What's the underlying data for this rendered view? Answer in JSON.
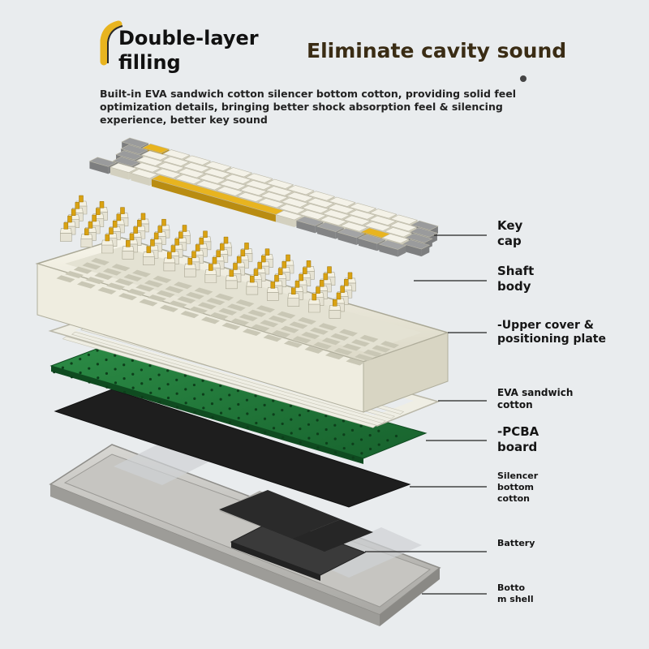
{
  "headline": {
    "left": "Double-layer\nfilling",
    "right": "Eliminate cavity sound"
  },
  "description": "Built-in EVA sandwich cotton silencer bottom cotton, providing solid feel optimization details, bringing better shock absorption feel & silencing experience, better key sound",
  "colors": {
    "background": "#e9ecee",
    "accent": "#e8b41f",
    "pcb": "#1f7a3a",
    "foam": "#1e1e1e",
    "plate": "#f2f0e4",
    "shell": "#bdbcb8"
  },
  "layers": [
    {
      "id": "keycap",
      "label": "Key\ncap"
    },
    {
      "id": "switch",
      "label": "Shaft\nbody"
    },
    {
      "id": "plate",
      "label": "-Upper cover &\npositioning plate"
    },
    {
      "id": "eva",
      "label": "EVA sandwich\ncotton"
    },
    {
      "id": "pcba",
      "label": "-PCBA\nboard"
    },
    {
      "id": "silencer",
      "label": "Silencer\nbottom\ncotton"
    },
    {
      "id": "battery",
      "label": "Battery"
    },
    {
      "id": "shell",
      "label": "Botto\nm shell"
    }
  ]
}
